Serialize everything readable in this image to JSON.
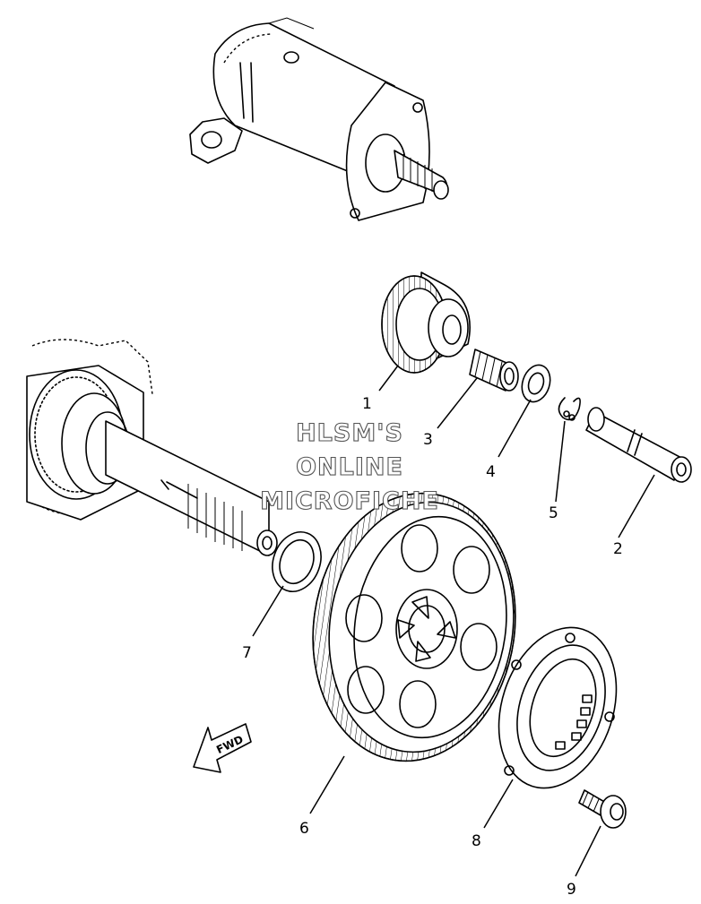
{
  "watermark": {
    "line1": "HLSM'S",
    "line2": "ONLINE",
    "line3": "MICROFICHE"
  },
  "direction_arrow": {
    "label": "FWD",
    "icon": "forward-arrow-icon"
  },
  "callouts": [
    {
      "id": "1",
      "label": "1"
    },
    {
      "id": "2",
      "label": "2"
    },
    {
      "id": "3",
      "label": "3"
    },
    {
      "id": "4",
      "label": "4"
    },
    {
      "id": "5",
      "label": "5"
    },
    {
      "id": "6",
      "label": "6"
    },
    {
      "id": "7",
      "label": "7"
    },
    {
      "id": "8",
      "label": "8"
    },
    {
      "id": "9",
      "label": "9"
    }
  ],
  "parts": [
    {
      "callout": "1",
      "icon": "idler-gear-icon"
    },
    {
      "callout": "2",
      "icon": "shaft-icon"
    },
    {
      "callout": "3",
      "icon": "needle-bearing-icon"
    },
    {
      "callout": "4",
      "icon": "washer-icon"
    },
    {
      "callout": "5",
      "icon": "circlip-icon"
    },
    {
      "callout": "6",
      "icon": "starter-wheel-gear-icon"
    },
    {
      "callout": "7",
      "icon": "washer-icon"
    },
    {
      "callout": "8",
      "icon": "one-way-clutch-icon"
    },
    {
      "callout": "9",
      "icon": "bolt-icon"
    }
  ],
  "context_parts": [
    {
      "icon": "starter-motor-icon"
    },
    {
      "icon": "crankshaft-icon"
    }
  ]
}
